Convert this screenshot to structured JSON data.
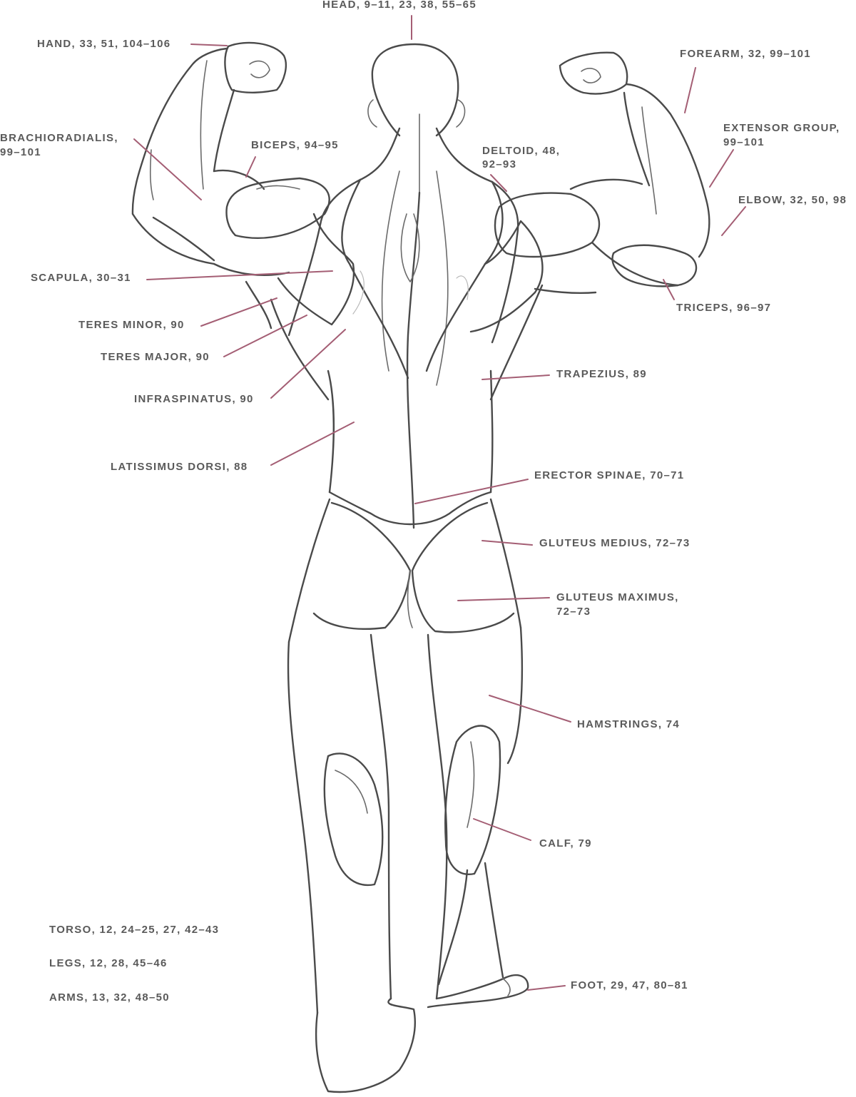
{
  "colors": {
    "leader": "#a45e74",
    "label": "#5a5a5a",
    "outline": "#4a4a4a"
  },
  "labels": {
    "head": "HEAD, 9–11, 23, 38, 55–65",
    "hand": "HAND, 33, 51, 104–106",
    "forearm": "FOREARM, 32, 99–101",
    "brachioradialis_1": "BRACHIORADIALIS,",
    "brachioradialis_2": "99–101",
    "biceps": "BICEPS, 94–95",
    "deltoid_1": "DELTOID, 48,",
    "deltoid_2": "92–93",
    "extensor_1": "EXTENSOR GROUP,",
    "extensor_2": "99–101",
    "elbow": "ELBOW, 32, 50, 98",
    "scapula": "SCAPULA, 30–31",
    "triceps": "TRICEPS, 96–97",
    "teres_minor": "TERES MINOR, 90",
    "teres_major": "TERES MAJOR, 90",
    "trapezius": "TRAPEZIUS, 89",
    "infraspinatus": "INFRASPINATUS, 90",
    "latissimus": "LATISSIMUS DORSI, 88",
    "erector": "ERECTOR SPINAE, 70–71",
    "gluteus_medius": "GLUTEUS MEDIUS, 72–73",
    "gluteus_maximus_1": "GLUTEUS MAXIMUS,",
    "gluteus_maximus_2": "72–73",
    "hamstrings": "HAMSTRINGS, 74",
    "calf": "CALF, 79",
    "torso": "TORSO, 12, 24–25, 27, 42–43",
    "legs": "LEGS, 12, 28, 45–46",
    "arms": "ARMS, 13, 32, 48–50",
    "foot": "FOOT, 29, 47, 80–81"
  }
}
